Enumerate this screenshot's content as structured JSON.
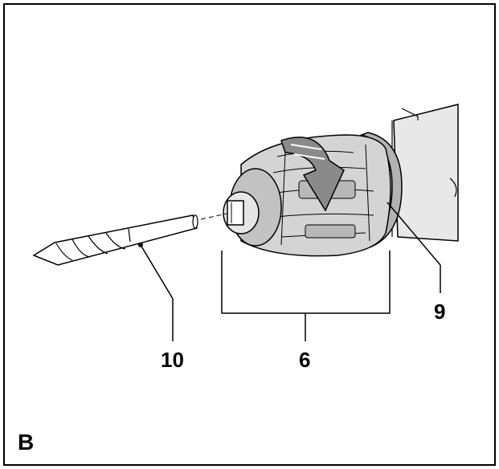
{
  "figure": {
    "panel_label": "B",
    "callouts": {
      "drill_bit": "10",
      "chuck": "6",
      "collar": "9"
    }
  },
  "colors": {
    "line": "#000000",
    "light_gray": "#d4d4d4",
    "mid_gray": "#b3b3b3",
    "dark_gray": "#8a8a8a",
    "background": "#ffffff"
  }
}
